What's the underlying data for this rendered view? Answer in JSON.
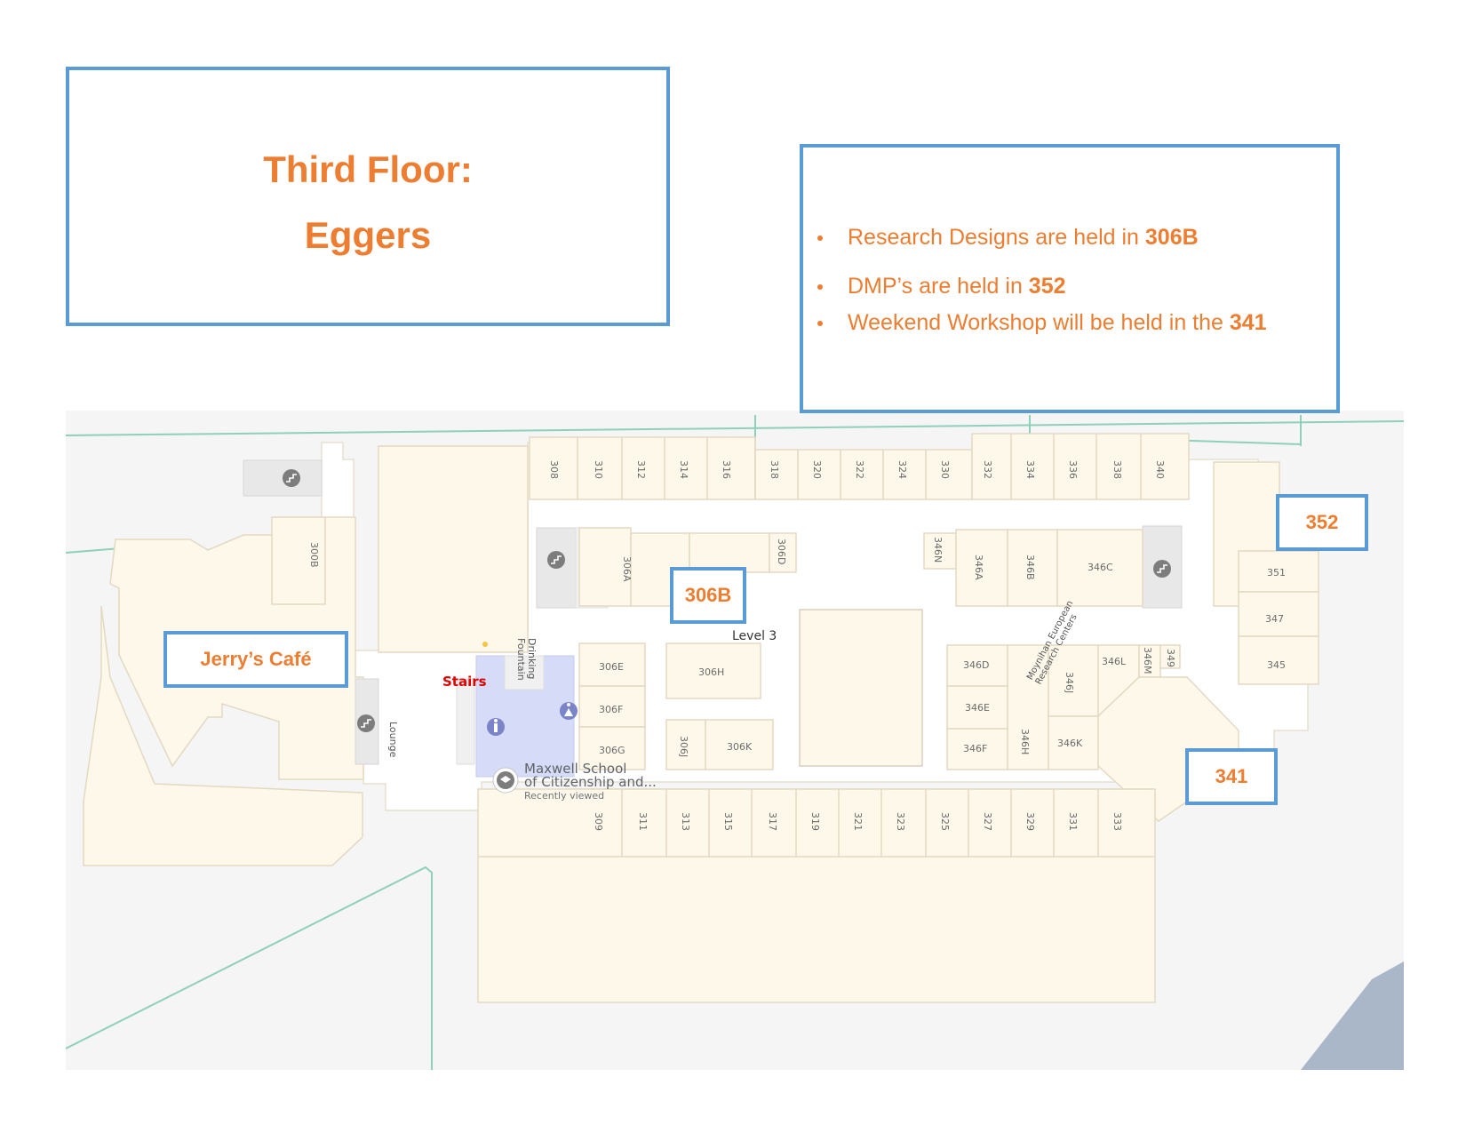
{
  "title": {
    "line1": "Third Floor:",
    "line2": "Eggers"
  },
  "info": {
    "items": [
      {
        "text": "Research Designs are held in ",
        "room": "306B"
      },
      {
        "text": "DMP’s are held in ",
        "room": "352"
      },
      {
        "text": "Weekend Workshop will be held in the ",
        "room": "341"
      }
    ]
  },
  "callouts": {
    "jerrys_cafe": "Jerry’s Café",
    "r306b": "306B",
    "r352": "352",
    "r341": "341"
  },
  "map": {
    "stairs": "Stairs",
    "level": "Level 3",
    "lounge": "Lounge",
    "drinking_fountain": "Drinking Fountain",
    "moynihan": "Moynihan European Research Centers",
    "place_name_1": "Maxwell School",
    "place_name_2": "of Citizenship and...",
    "place_sub": "Recently viewed",
    "rooms_top": [
      "308",
      "310",
      "312",
      "314",
      "316",
      "318",
      "320",
      "322",
      "324",
      "330",
      "332",
      "334",
      "336",
      "338",
      "340"
    ],
    "rooms_bottom": [
      "309",
      "311",
      "313",
      "315",
      "317",
      "319",
      "321",
      "323",
      "325",
      "327",
      "329",
      "331",
      "333"
    ],
    "rooms_misc": {
      "r300b": "300B",
      "r306a": "306A",
      "r306d": "306D",
      "r306e": "306E",
      "r306f": "306F",
      "r306g": "306G",
      "r306h": "306H",
      "r306j": "306J",
      "r306k": "306K",
      "r346n": "346N",
      "r346a": "346A",
      "r346b": "346B",
      "r346c": "346C",
      "r346d": "346D",
      "r346e": "346E",
      "r346f": "346F",
      "r346h": "346H",
      "r346j": "346J",
      "r346k": "346K",
      "r346l": "346L",
      "r346m": "346M",
      "r349": "349",
      "r351": "351",
      "r347": "347",
      "r345": "345"
    },
    "colors": {
      "room_fill": "#fdf8ea",
      "room_stroke": "#e3d9c3",
      "corridor": "#ffffff",
      "background": "#f5f5f5",
      "road_line": "#8fd0b8",
      "restroom_area": "#d6dcf7",
      "restroom_icon": "#7b83c9",
      "accent": "#ed7d31",
      "callout_border": "#5b9bd5",
      "stairs_text": "#e00000"
    }
  }
}
